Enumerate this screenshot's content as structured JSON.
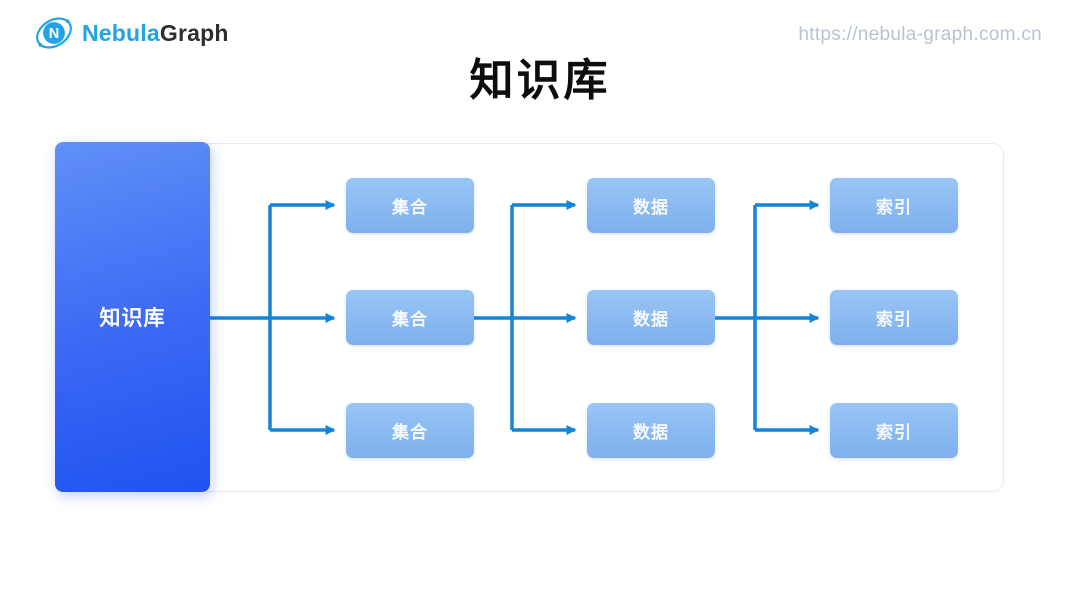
{
  "header": {
    "brand": {
      "icon": "nebula-logo-icon",
      "name_primary": "Nebula",
      "name_secondary": "Graph"
    },
    "url": "https://nebula-graph.com.cn"
  },
  "page_title": "知识库",
  "diagram": {
    "root_label": "知识库",
    "columns": [
      {
        "id": "collections",
        "nodes": [
          "集合",
          "集合",
          "集合"
        ]
      },
      {
        "id": "data",
        "nodes": [
          "数据",
          "数据",
          "数据"
        ]
      },
      {
        "id": "indexes",
        "nodes": [
          "索引",
          "索引",
          "索引"
        ]
      }
    ],
    "connections": [
      "知识库 -> 集合 (all rows)",
      "集合(middle) -> 数据 (all rows)",
      "数据(middle) -> 索引 (all rows)"
    ]
  },
  "colors": {
    "arrow": "#1583d6",
    "node_fill_top": "#9ac6f6",
    "node_fill_bottom": "#7fb0ec",
    "root_gradient_top": "#6090f7",
    "root_gradient_bottom": "#1e53f0",
    "panel_border": "#e9ebef",
    "brand_blue": "#24a3e3",
    "brand_dark": "#2e2e2e",
    "url_gray": "#b9c3cd",
    "title_black": "#0d0d0d"
  }
}
